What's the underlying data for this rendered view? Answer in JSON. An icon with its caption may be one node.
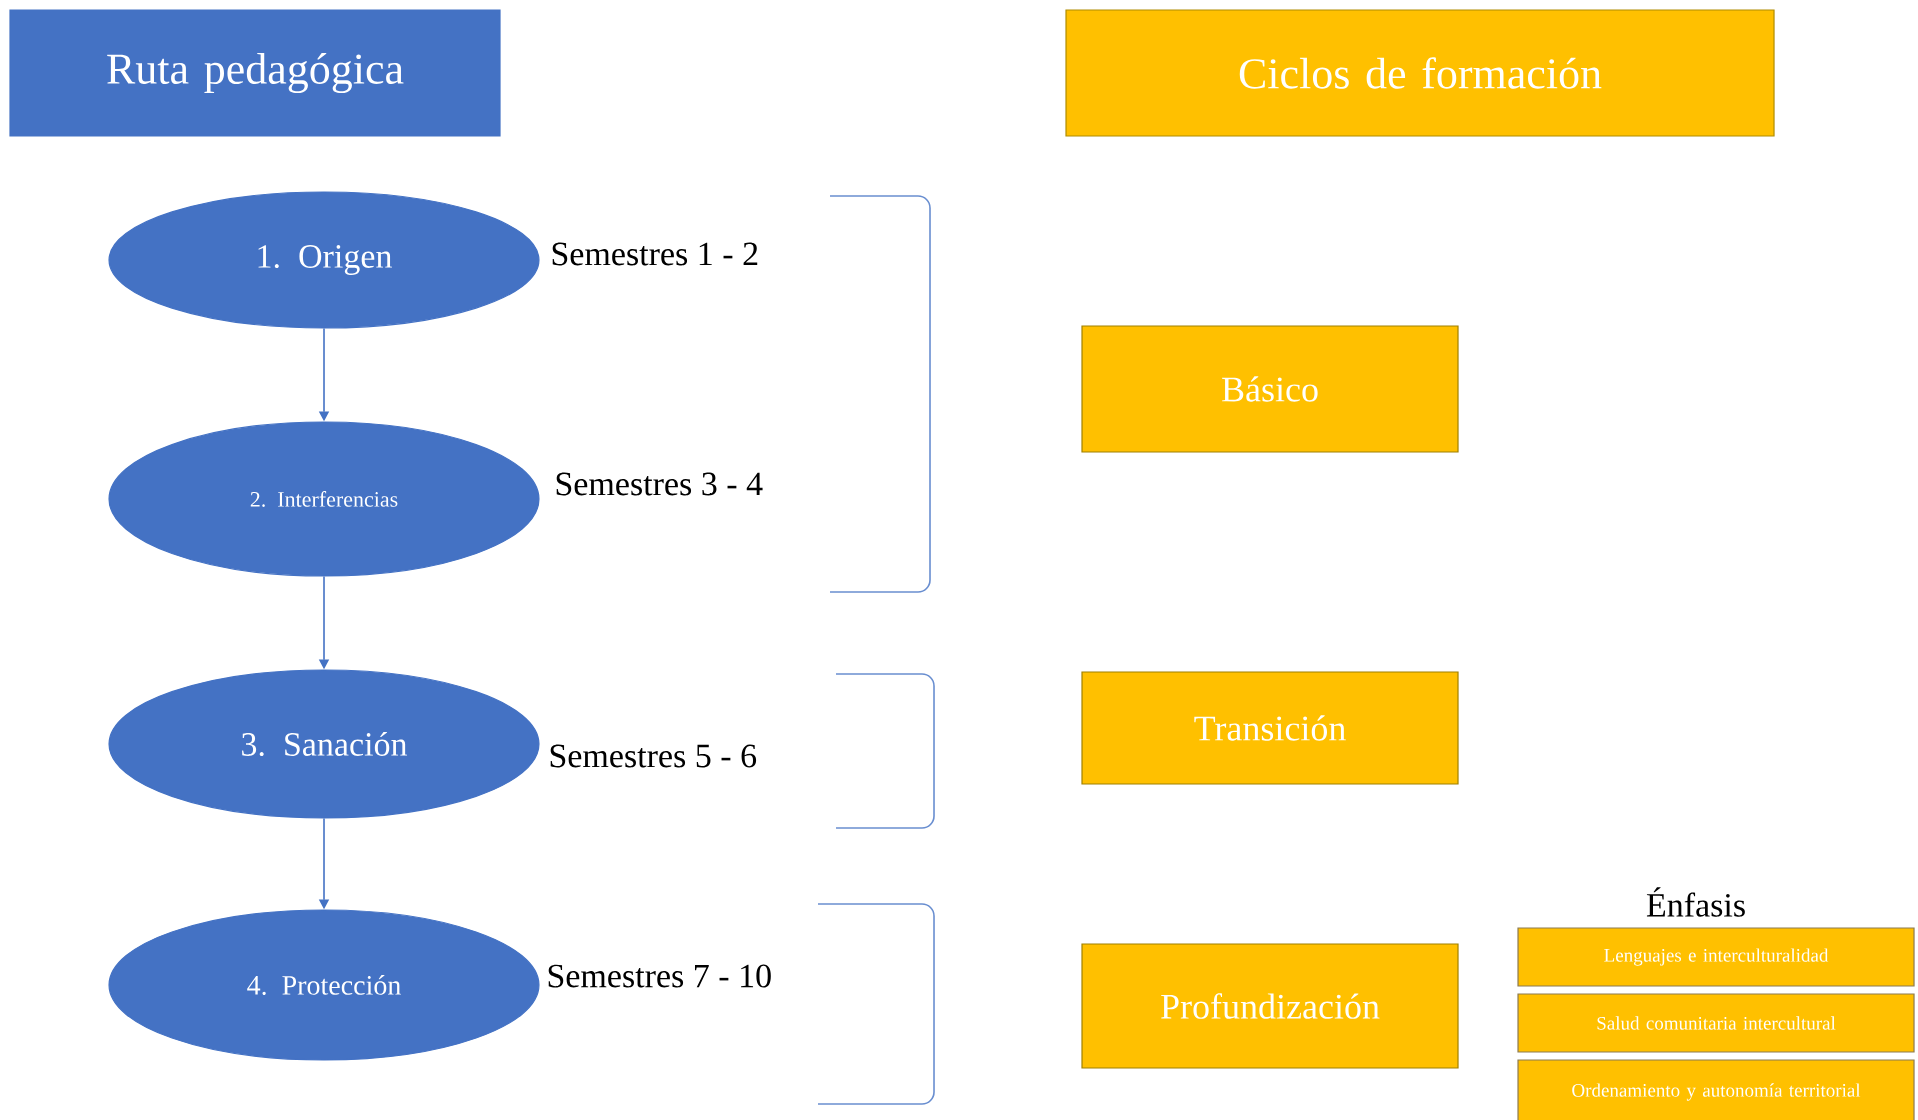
{
  "diagram": {
    "nodes": [
      {
        "text": [
          "Ruta pedagógica"
        ]
      },
      {
        "text": [
          "Ciclos de formación"
        ]
      },
      {
        "text": [
          "1. Origen"
        ]
      },
      {
        "text": [
          "2. Interferencias"
        ]
      },
      {
        "text": [
          "3. Sanación"
        ]
      },
      {
        "text": [
          "4. Protección"
        ]
      },
      {
        "text": [
          "Básico"
        ]
      },
      {
        "text": [
          "Transición"
        ]
      },
      {
        "text": [
          "Profundización"
        ]
      },
      {
        "text": [
          "Lenguajes e interculturalidad"
        ]
      },
      {
        "text": [
          "Salud comunitaria intercultural"
        ]
      },
      {
        "text": [
          "Ordenamiento y autonomía territorial"
        ]
      }
    ],
    "edges": [
      {
        "from": 2,
        "to": 3,
        "arrow": "to"
      },
      {
        "from": 3,
        "to": 4,
        "arrow": "to"
      },
      {
        "from": 4,
        "to": 5,
        "arrow": "to"
      }
    ],
    "labels": [
      "Semestres 1 - 2",
      "Semestres 3 - 4",
      "Semestres 5 - 6",
      "Semestres 7 - 10",
      "Énfasis"
    ]
  }
}
